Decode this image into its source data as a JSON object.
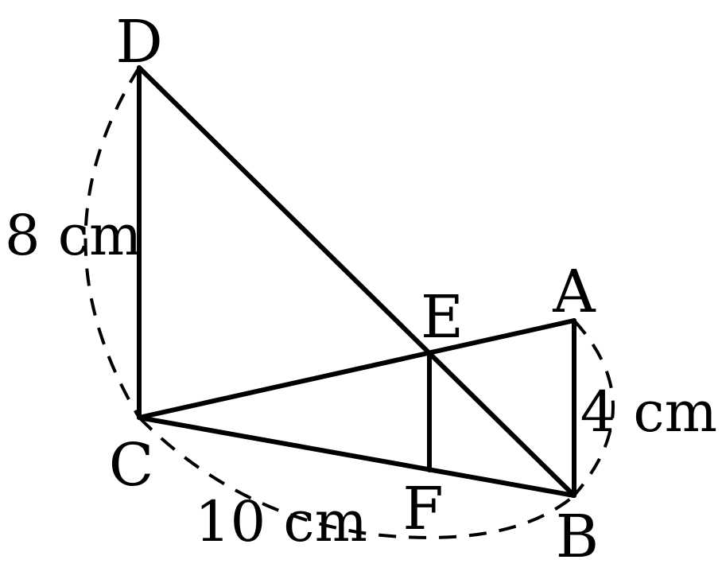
{
  "diagram": {
    "points": {
      "A": "A",
      "B": "B",
      "C": "C",
      "D": "D",
      "E": "E",
      "F": "F"
    },
    "measurements": {
      "DC": "8 cm",
      "AB": "4 cm",
      "CB": "10 cm"
    },
    "colors": {
      "stroke": "#000000",
      "background": "#ffffff"
    }
  }
}
